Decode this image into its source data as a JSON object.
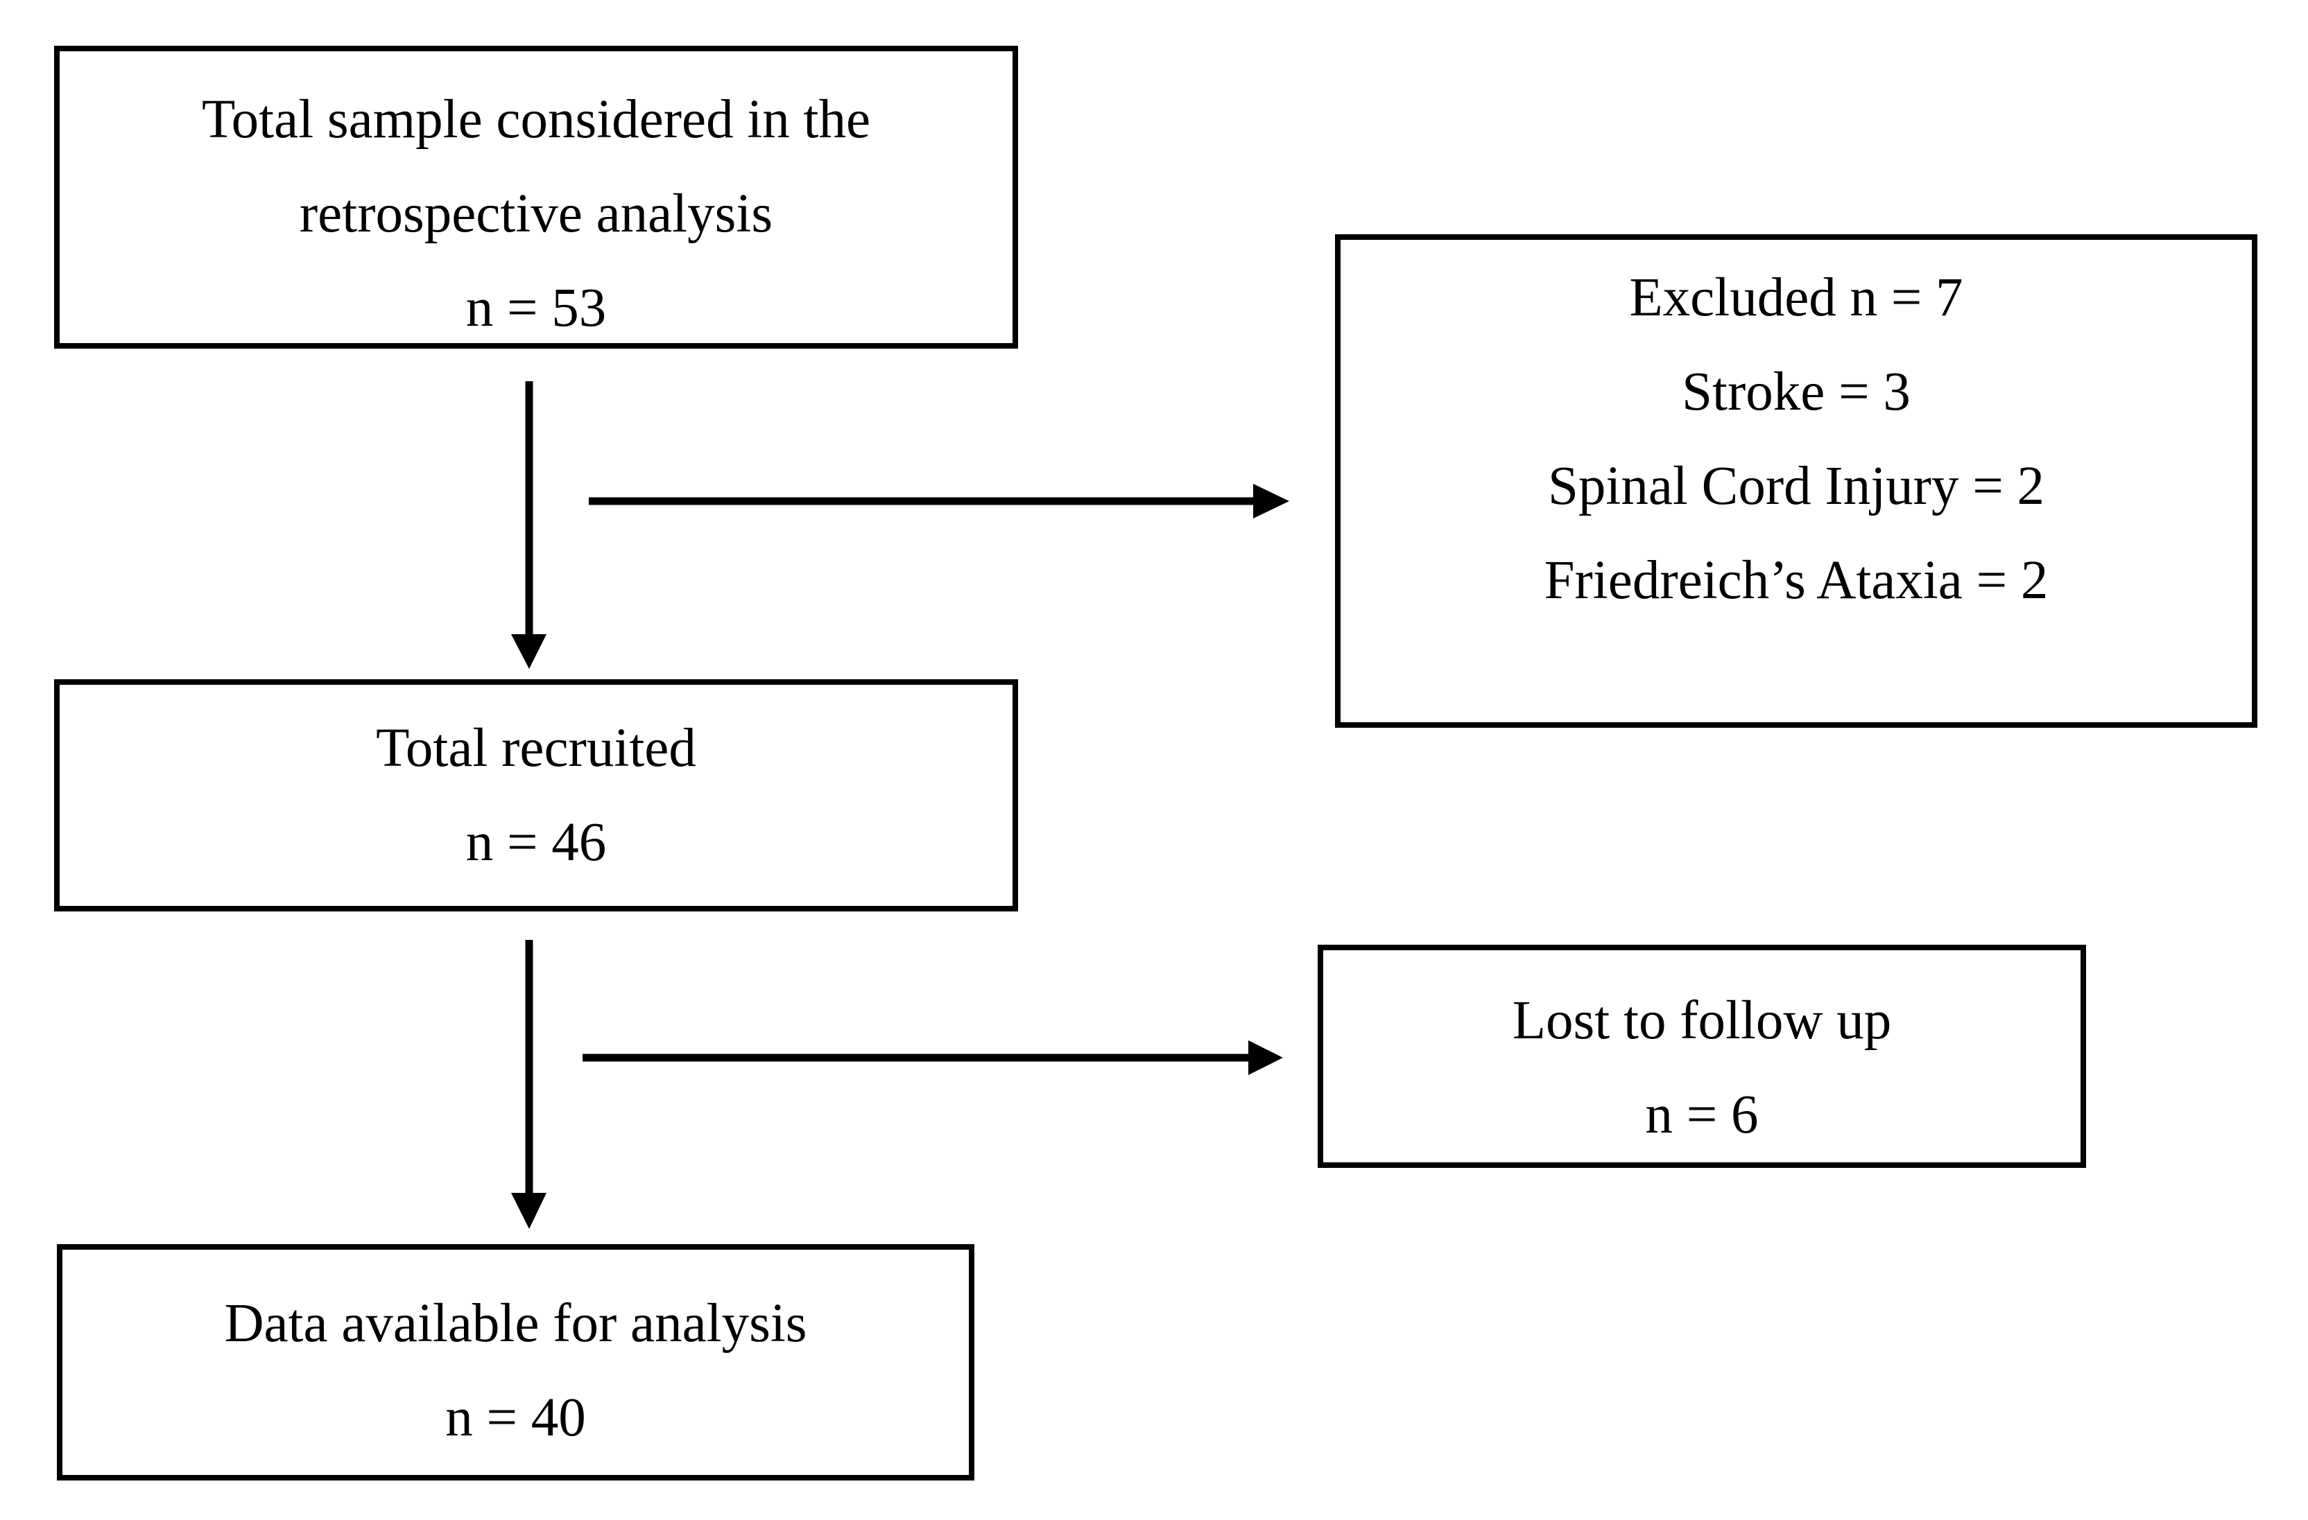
{
  "page": {
    "background_color": "#ffffff",
    "text_color": "#000000",
    "line_color": "#000000"
  },
  "diagram": {
    "type": "flowchart",
    "boxes": {
      "total_sample": {
        "lines": [
          "Total sample considered in the",
          "retrospective analysis",
          "n = 53"
        ]
      },
      "excluded": {
        "lines": [
          "Excluded n = 7",
          "Stroke = 3",
          "Spinal Cord Injury = 2",
          "Friedreich’s Ataxia = 2"
        ]
      },
      "total_recruited": {
        "lines": [
          "Total recruited",
          "n = 46"
        ]
      },
      "lost_to_follow_up": {
        "lines": [
          "Lost to follow up",
          "n = 6"
        ]
      },
      "data_available": {
        "lines": [
          "Data available for analysis",
          "n = 40"
        ]
      }
    },
    "edges": [
      {
        "from": "total_sample",
        "to": "total_recruited",
        "direction": "down"
      },
      {
        "from": "total_sample",
        "to": "excluded",
        "direction": "right"
      },
      {
        "from": "total_recruited",
        "to": "data_available",
        "direction": "down"
      },
      {
        "from": "total_recruited",
        "to": "lost_to_follow_up",
        "direction": "right"
      }
    ]
  }
}
